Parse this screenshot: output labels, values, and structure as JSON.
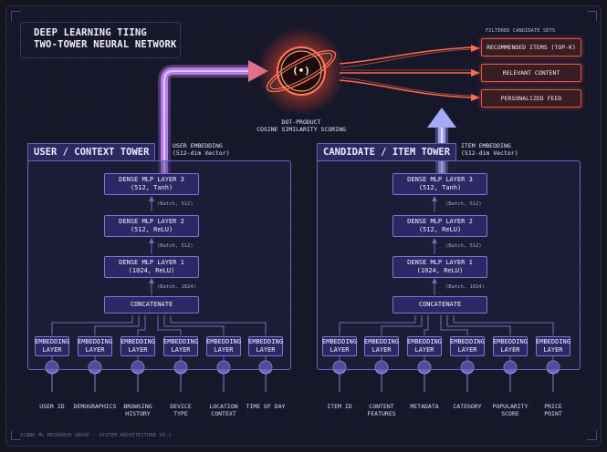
{
  "title": {
    "line1": "DEEP LEARNING TIING",
    "line2": "TWO-TOWER NEURAL NETWORK"
  },
  "scoring": {
    "icon_glyph": "(•)",
    "line1": "DOT-PRODUCT",
    "line2": "COSINE SIMILARITY SCORING"
  },
  "outputs": {
    "heading": "FILTERED CANDIDATE SETS",
    "items": [
      "RECOMMENDED ITEMS (TOP-K)",
      "RELEVANT CONTENT",
      "PERSONALIZED FEED"
    ]
  },
  "user_tower": {
    "heading": "USER / CONTEXT TOWER",
    "embedding_note": [
      "USER EMBEDDING",
      "(512-dim Vector)"
    ],
    "layer3": [
      "DENSE MLP LAYER 3",
      "(512, Tanh)"
    ],
    "layer2": [
      "DENSE MLP LAYER 2",
      "(512, ReLU)"
    ],
    "layer1": [
      "DENSE MLP LAYER 1",
      "(1024, ReLU)"
    ],
    "tag_top": "(Batch, 512)",
    "tag_mid": "(Batch, 512)",
    "tag_low": "(Batch, 1024)",
    "concat": "CONCATENATE",
    "embedding_layer": [
      "EMBEDDING",
      "LAYER"
    ],
    "inputs": [
      [
        "USER ID"
      ],
      [
        "DEMOGRAPHICS"
      ],
      [
        "BROWSING",
        "HISTORY"
      ],
      [
        "DEVICE",
        "TYPE"
      ],
      [
        "LOCATION",
        "CONTEXT"
      ],
      [
        "TIME OF DAY"
      ]
    ]
  },
  "item_tower": {
    "heading": "CANDIDATE / ITEM TOWER",
    "embedding_note": [
      "ITEM EMBEDDING",
      "(512-dim Vector)"
    ],
    "layer3": [
      "DENSE MLP LAYER 3",
      "(512, Tanh)"
    ],
    "layer2": [
      "DENSE MLP LAYER 2",
      "(512, ReLU)"
    ],
    "layer1": [
      "DENSE MLP LAYER 1",
      "(1024, ReLU)"
    ],
    "tag_top": "(Batch, 512)",
    "tag_mid": "(Batch, 512)",
    "tag_low": "(Batch, 1024)",
    "concat": "CONCATENATE",
    "embedding_layer": [
      "EMBEDDING",
      "LAYER"
    ],
    "inputs": [
      [
        "ITEM ID"
      ],
      [
        "CONTENT",
        "FEATURES"
      ],
      [
        "METADATA"
      ],
      [
        "CATEGORY"
      ],
      [
        "POPULARITY",
        "SCORE"
      ],
      [
        "PRICE",
        "POINT"
      ]
    ]
  },
  "footer": "ICNND ML RESEARCH GROUP · SYSTEM ARCHITECTURE V6.1",
  "colors": {
    "accent_purple": "#7d74d4",
    "accent_red": "#e2563e",
    "background": "#15151f"
  }
}
